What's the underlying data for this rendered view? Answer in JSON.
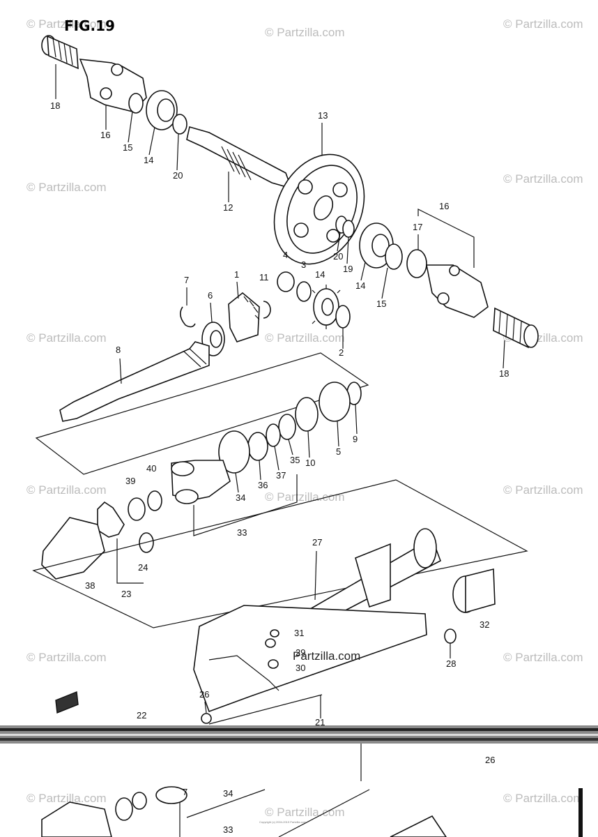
{
  "figure_title": "FIG.19",
  "watermark_text": "© Partzilla.com",
  "inline_watermark": "Partzilla.com",
  "copyright_text": "Copyright (c) 2004-2019 Partzilla.com",
  "callouts": {
    "c18a": "18",
    "c16a": "16",
    "c15a": "15",
    "c14a": "14",
    "c20a": "20",
    "c12": "12",
    "c13": "13",
    "c20b": "20",
    "c19": "19",
    "c16b": "16",
    "c17": "17",
    "c14b": "14",
    "c15b": "15",
    "c18b": "18",
    "c4": "4",
    "c3": "3",
    "c14c": "14",
    "c1": "1",
    "c11": "11",
    "c7": "7",
    "c6": "6",
    "c2": "2",
    "c8": "8",
    "c9": "9",
    "c5": "5",
    "c10": "10",
    "c35": "35",
    "c37": "37",
    "c36": "36",
    "c34a": "34",
    "c33a": "33",
    "c40": "40",
    "c39": "39",
    "c24": "24",
    "c38": "38",
    "c23": "23",
    "c27": "27",
    "c32": "32",
    "c31": "31",
    "c29": "29",
    "c30": "30",
    "c28": "28",
    "c26a": "26",
    "c22": "22",
    "c21": "21",
    "c26b": "26",
    "c7b": "7",
    "c34b": "34",
    "c33b": "33"
  }
}
